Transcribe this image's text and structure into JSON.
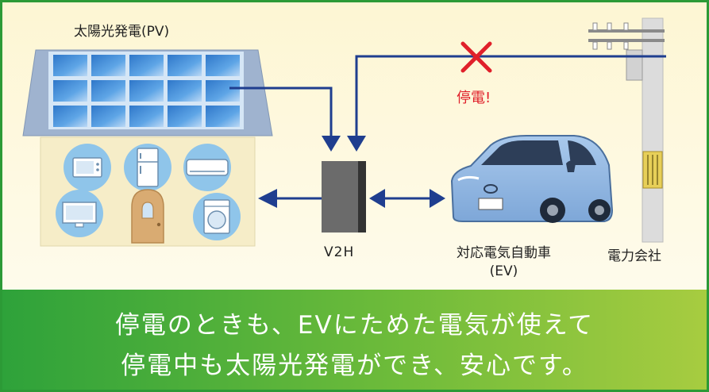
{
  "labels": {
    "pv": "太陽光発電(PV)",
    "v2h": "V2H",
    "ev_line1": "対応電気自動車",
    "ev_line2": "(EV)",
    "power_company": "電力会社",
    "outage": "停電!"
  },
  "banner": {
    "line1": "停電のときも、EVにためた電気が使えて",
    "line2": "停電中も太陽光発電ができ、安心です。"
  },
  "colors": {
    "arrow": "#1f3e8f",
    "outage": "#e0202a",
    "banner_start": "#2ea23a",
    "banner_end": "#a7cc40",
    "frame": "#2c9a36"
  }
}
